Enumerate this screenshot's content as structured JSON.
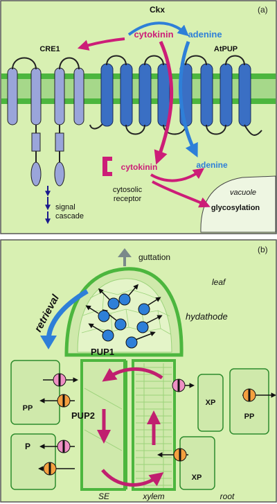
{
  "panel_a": {
    "tag": "(a)",
    "ckx": "Ckx",
    "cytokinin_outside": "cytokinin",
    "adenine_outside": "adenine",
    "cre1": "CRE1",
    "atpup": "AtPUP",
    "cytokinin_inside": "cytokinin",
    "adenine_inside": "adenine",
    "cytosolic": "cytosolic",
    "receptor": "receptor",
    "vacuole": "vacuole",
    "glycosylation": "glycosylation",
    "signal": "signal",
    "cascade": "cascade"
  },
  "panel_b": {
    "tag": "(b)",
    "guttation": "guttation",
    "leaf": "leaf",
    "hydathode": "hydathode",
    "retrieval": "retrieval",
    "pup1": "PUP1",
    "pup2": "PUP2",
    "pp_left": "PP",
    "pp_right": "PP",
    "p_left": "P",
    "xp_upper": "XP",
    "xp_lower": "XP",
    "se": "SE",
    "xylem": "xylem",
    "root": "root"
  },
  "colors": {
    "panel_bg": "#d8f0b2",
    "membrane": "#55b848",
    "cre_receptor": "#9aa5da",
    "pup_transporter": "#3a6fc4",
    "cytokinin": "#cc1d78",
    "adenine": "#2e7fd8",
    "pink_substrate": "#ee90c4",
    "orange_substrate": "#f4a040",
    "signal_arrow": "#1a1a8c",
    "guttation_arrow": "#7a8a8a"
  }
}
